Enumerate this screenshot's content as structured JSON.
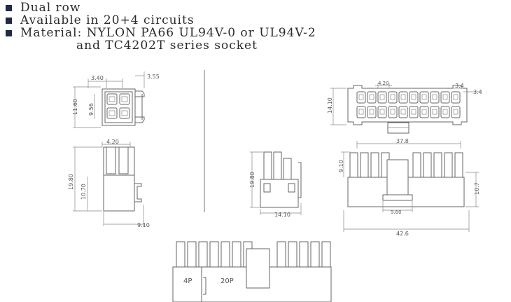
{
  "features": [
    {
      "text": "Dual row",
      "bullet": true
    },
    {
      "text": "Available in 20+4 circuits",
      "bullet": true
    },
    {
      "text": "Material: NYLON PA66 UL94V-0 or UL94V-2",
      "bullet": true
    },
    {
      "text": "and TC4202T series socket",
      "bullet": false
    }
  ],
  "dimensions": {
    "four_pin": {
      "pitch": "3.40",
      "latch": "3.55",
      "height": "11.60",
      "inner": "9.56",
      "width": "4.20",
      "side_height": "19.80",
      "body_height": "10.70",
      "depth": "9.10"
    },
    "twenty_pin": {
      "pitch": "4.20",
      "tab_a": "3.4",
      "tab_b": "3.4",
      "height": "14.10",
      "side_height": "19.80",
      "side_depth": "14.10",
      "span": "37.8",
      "top_offset": "9.10",
      "body_height": "10.7",
      "latch_width": "9.60",
      "overall": "42.6"
    }
  },
  "labels": {
    "four_p": "4P",
    "twenty_p": "20P"
  }
}
